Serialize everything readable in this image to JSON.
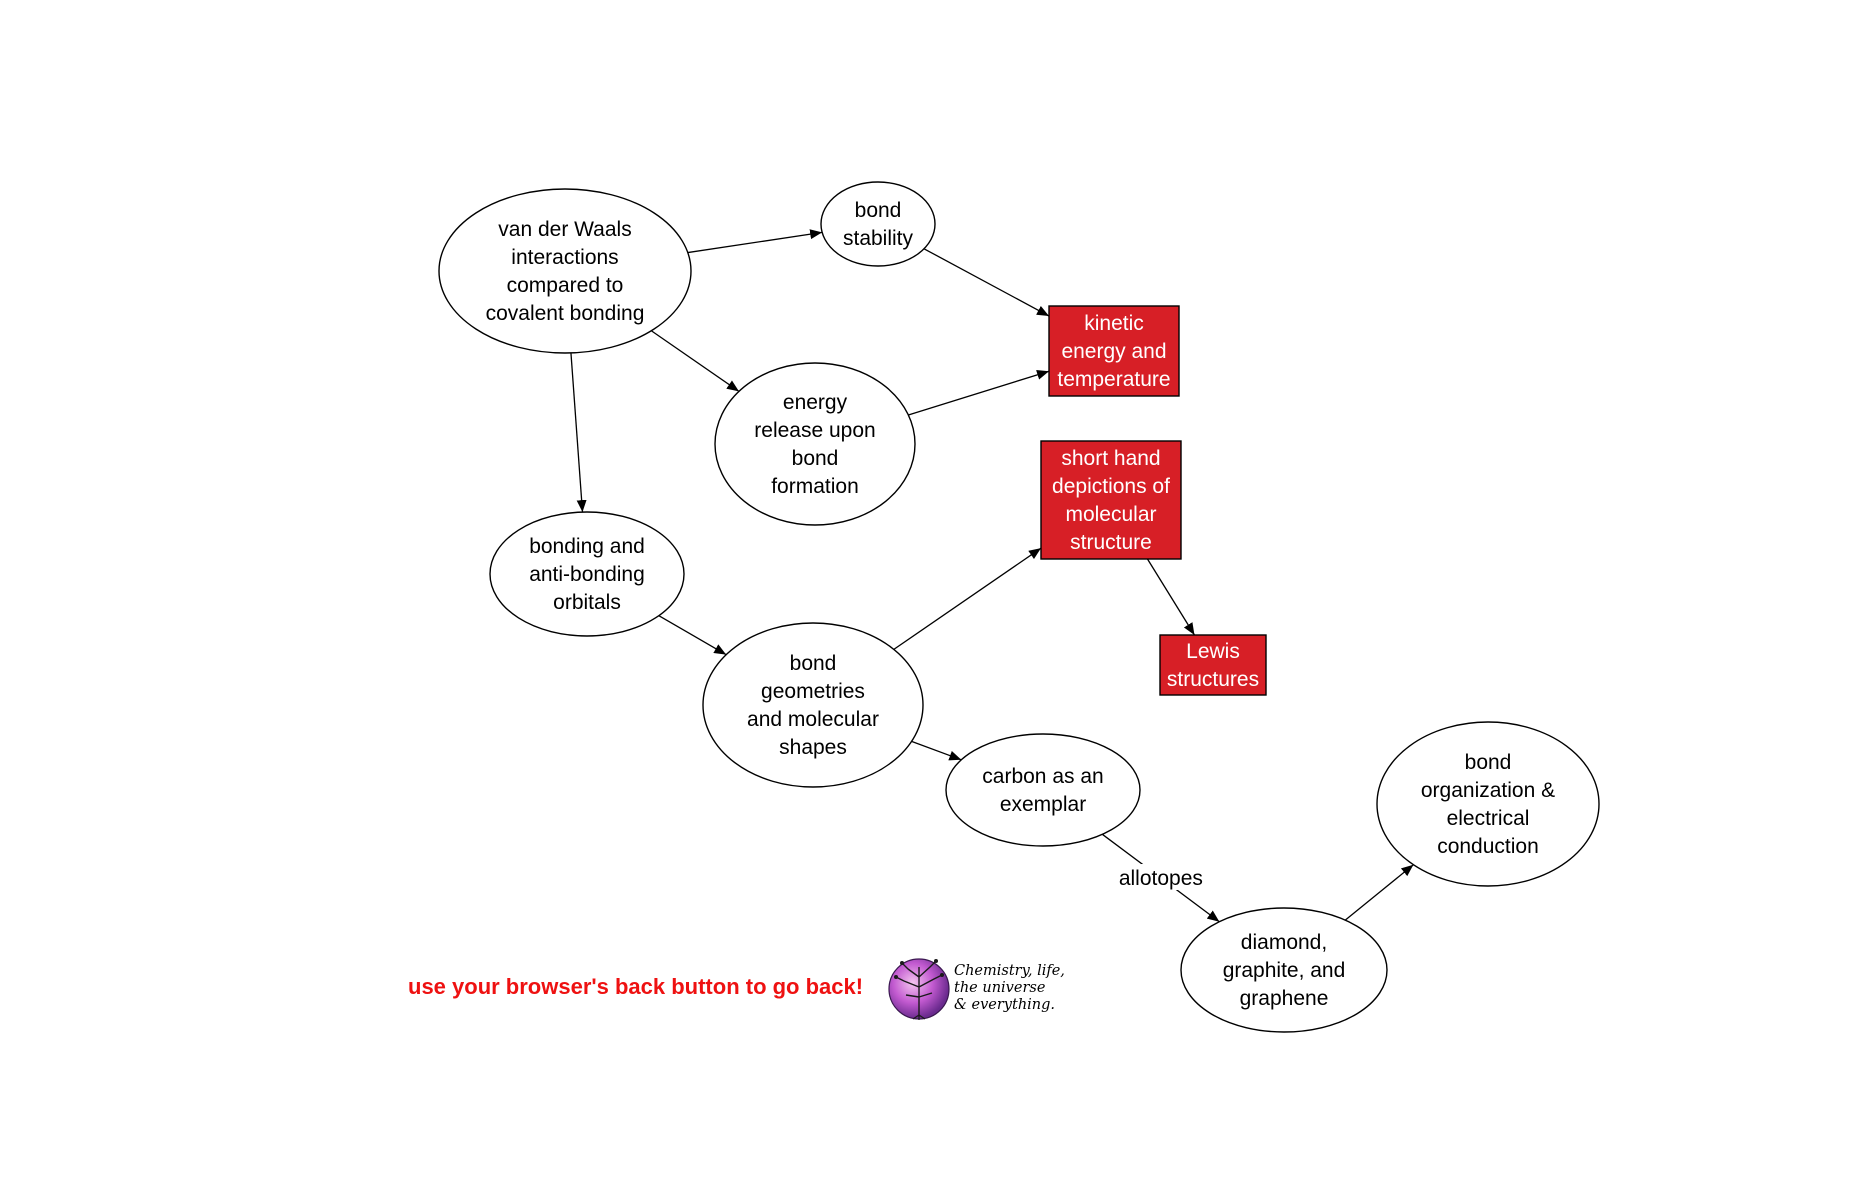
{
  "colors": {
    "highlight_fill": "#d71f26",
    "highlight_text": "#ffffff",
    "node_text": "#000000",
    "back_message": "#ee1111"
  },
  "nodes": [
    {
      "id": "vdw",
      "shape": "ellipse",
      "highlight": false,
      "lines": [
        "van der Waals",
        "interactions",
        "compared to",
        "covalent bonding"
      ]
    },
    {
      "id": "stability",
      "shape": "ellipse",
      "highlight": false,
      "lines": [
        "bond",
        "stability"
      ]
    },
    {
      "id": "kinetic",
      "shape": "box",
      "highlight": true,
      "lines": [
        "kinetic",
        "energy and",
        "temperature"
      ]
    },
    {
      "id": "release",
      "shape": "ellipse",
      "highlight": false,
      "lines": [
        "energy",
        "release upon",
        "bond",
        "formation"
      ]
    },
    {
      "id": "shorthand",
      "shape": "box",
      "highlight": true,
      "lines": [
        "short hand",
        "depictions of",
        "molecular",
        "structure"
      ]
    },
    {
      "id": "antibond",
      "shape": "ellipse",
      "highlight": false,
      "lines": [
        "bonding and",
        "anti-bonding",
        "orbitals"
      ]
    },
    {
      "id": "lewis",
      "shape": "box",
      "highlight": true,
      "lines": [
        "Lewis",
        "structures"
      ]
    },
    {
      "id": "geometries",
      "shape": "ellipse",
      "highlight": false,
      "lines": [
        "bond",
        "geometries",
        "and molecular",
        "shapes"
      ]
    },
    {
      "id": "carbon",
      "shape": "ellipse",
      "highlight": false,
      "lines": [
        "carbon as an",
        "exemplar"
      ]
    },
    {
      "id": "organization",
      "shape": "ellipse",
      "highlight": false,
      "lines": [
        "bond",
        "organization &",
        "electrical",
        "conduction"
      ]
    },
    {
      "id": "diamond",
      "shape": "ellipse",
      "highlight": false,
      "lines": [
        "diamond,",
        "graphite, and",
        "graphene"
      ]
    }
  ],
  "edges": [
    {
      "from": "vdw",
      "to": "stability",
      "label": ""
    },
    {
      "from": "vdw",
      "to": "release",
      "label": ""
    },
    {
      "from": "vdw",
      "to": "antibond",
      "label": ""
    },
    {
      "from": "stability",
      "to": "kinetic",
      "label": ""
    },
    {
      "from": "release",
      "to": "kinetic",
      "label": ""
    },
    {
      "from": "antibond",
      "to": "geometries",
      "label": ""
    },
    {
      "from": "geometries",
      "to": "shorthand",
      "label": ""
    },
    {
      "from": "shorthand",
      "to": "lewis",
      "label": ""
    },
    {
      "from": "geometries",
      "to": "carbon",
      "label": ""
    },
    {
      "from": "carbon",
      "to": "diamond",
      "label": "allotopes"
    },
    {
      "from": "diamond",
      "to": "organization",
      "label": ""
    }
  ],
  "footer": {
    "back_message": "use your browser's back button to go back!",
    "logo_lines": [
      "Chemistry, life,",
      "the universe",
      "& everything."
    ]
  }
}
